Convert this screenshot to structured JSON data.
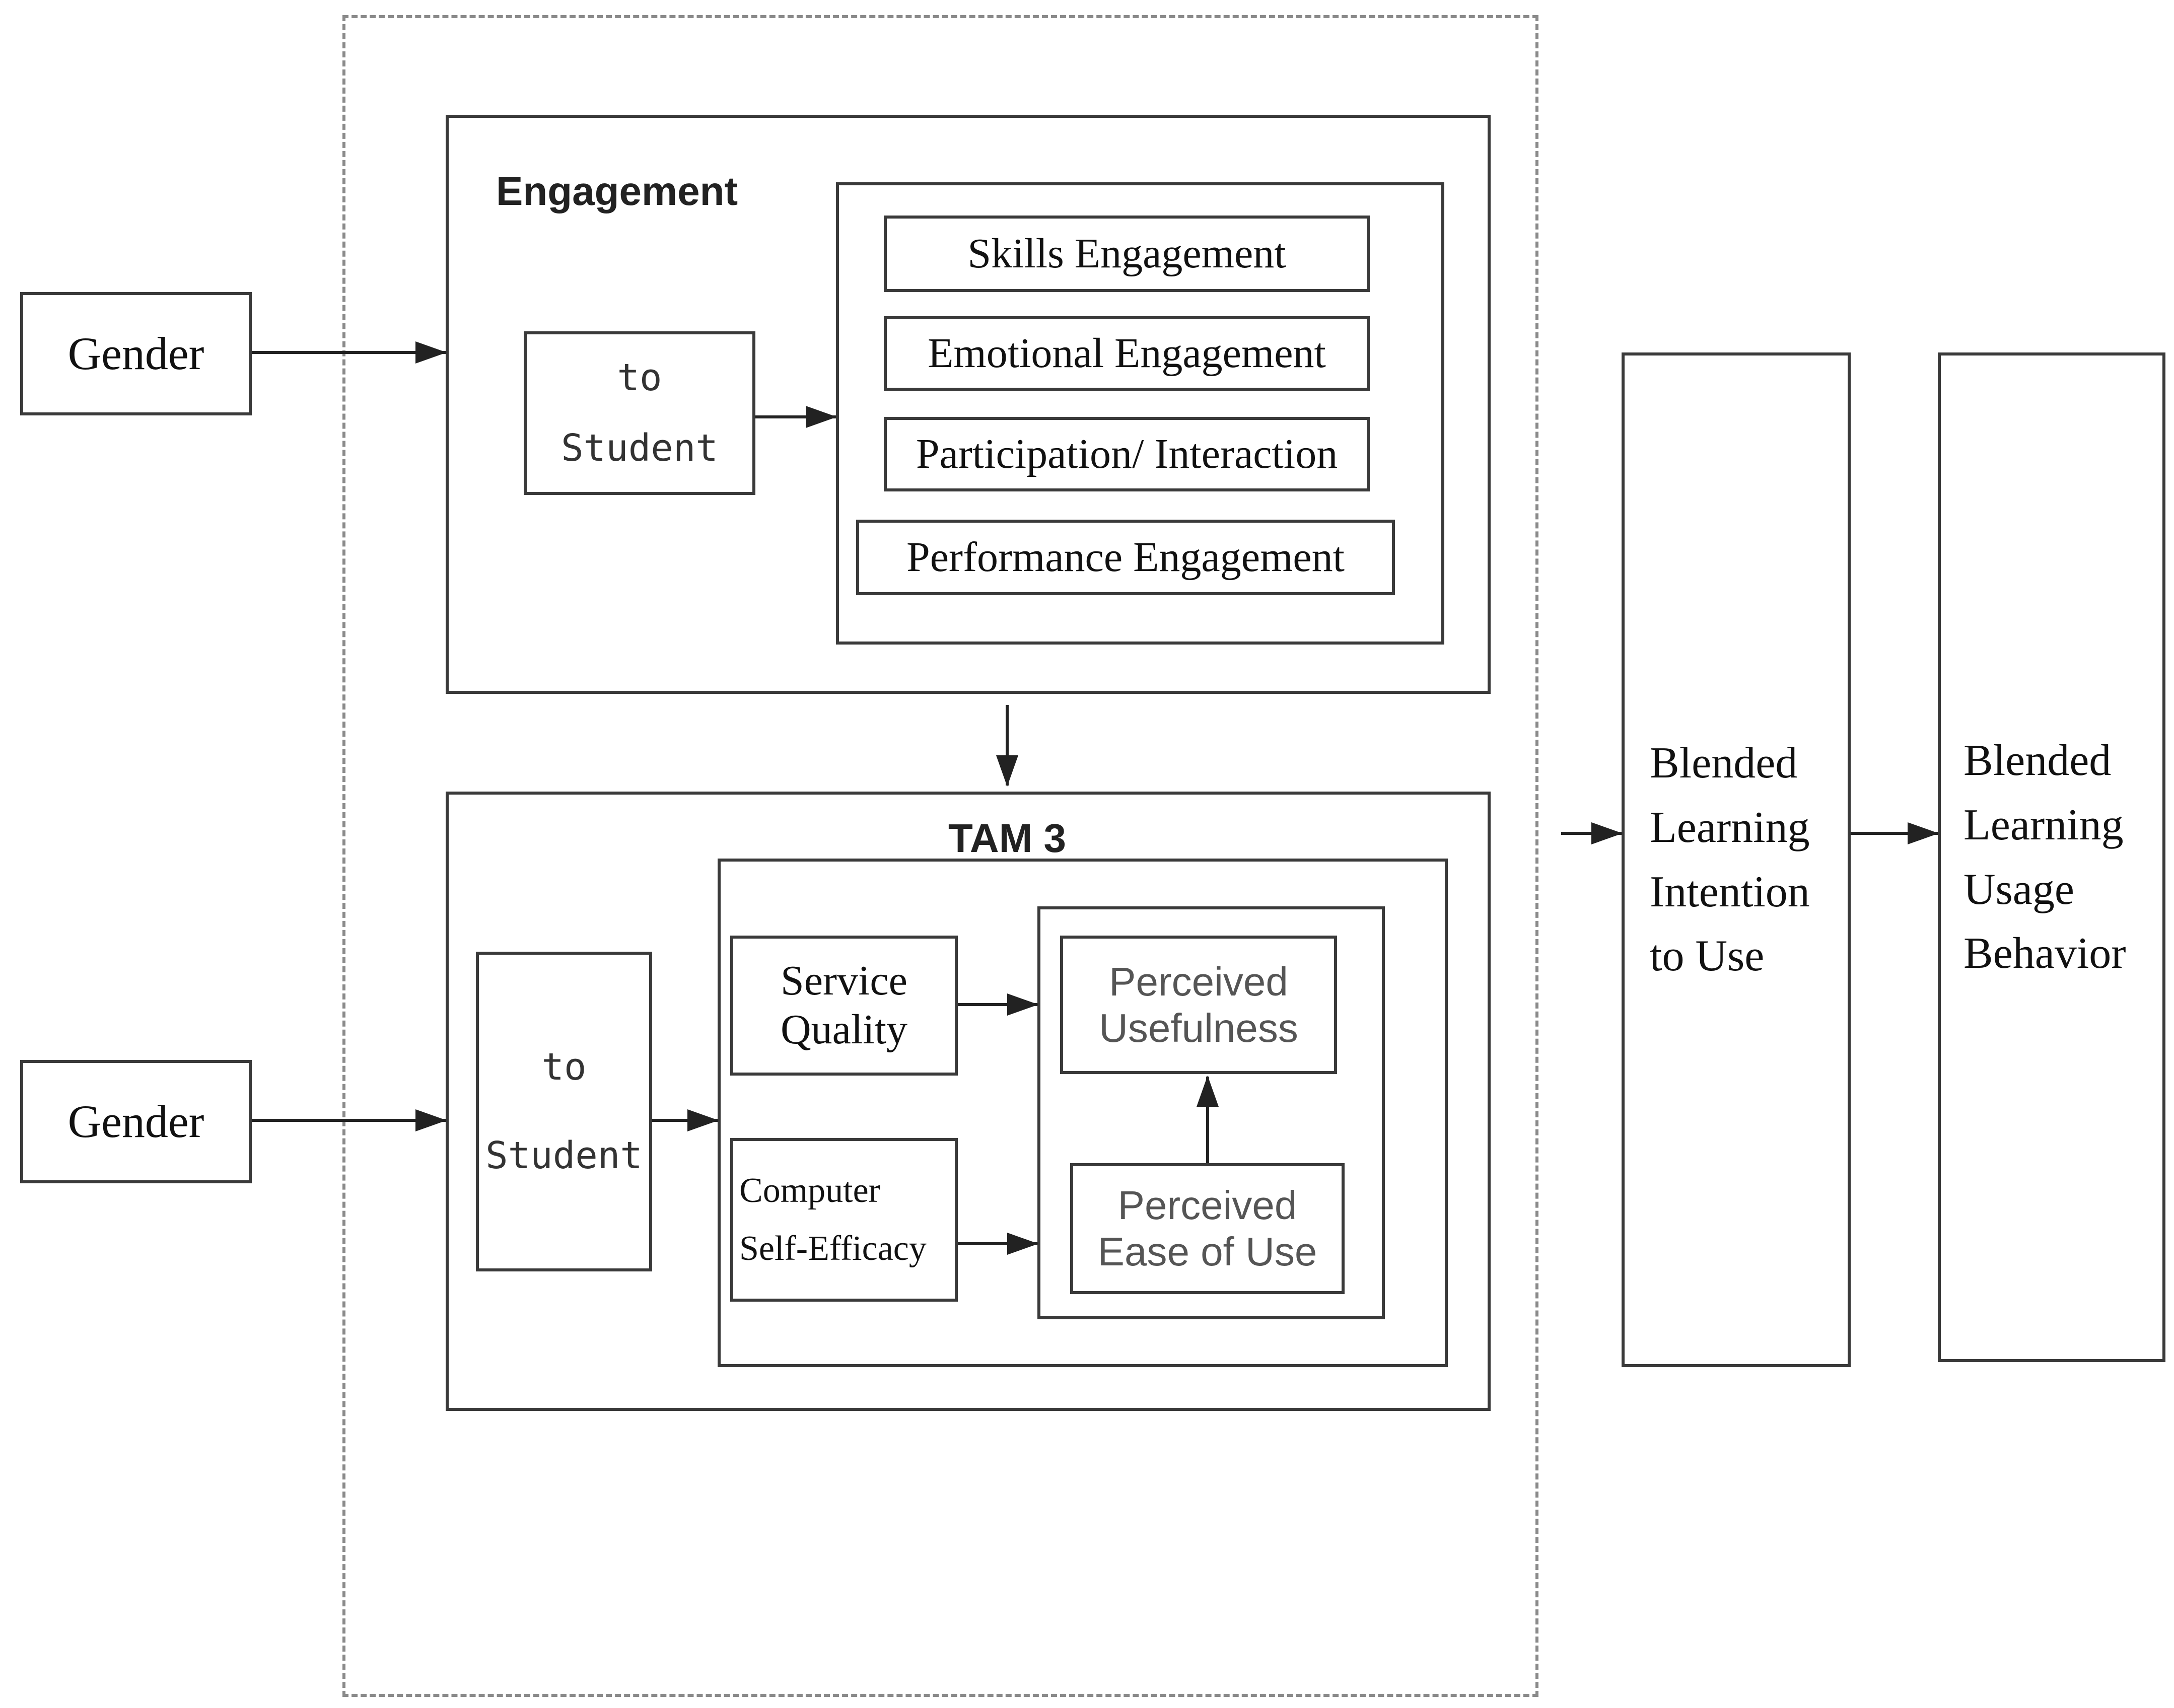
{
  "engagement": {
    "title": "Engagement",
    "mediator": [
      "to",
      "Student"
    ],
    "items": [
      "Skills Engagement",
      "Emotional Engagement",
      "Participation/ Interaction",
      "Performance Engagement"
    ]
  },
  "tam3": {
    "title": "TAM 3",
    "mediator": [
      "to",
      "Student"
    ],
    "service_quality": "Service Quality",
    "computer_self_efficacy": [
      "Computer",
      "Self-Efficacy"
    ],
    "perceived_usefulness": "Perceived Usefulness",
    "perceived_ease_of_use": "Perceived Ease of Use"
  },
  "gender_top": "Gender",
  "gender_bottom": "Gender",
  "intention": [
    "Blended",
    "Learning",
    "Intention",
    "to Use"
  ],
  "behavior": [
    "Blended",
    "Learning",
    "Usage",
    "Behavior"
  ],
  "colors": {
    "border": "#3a3a3a",
    "dashed_border": "#8a8a8a",
    "text": "#111111",
    "arrow": "#222222"
  }
}
